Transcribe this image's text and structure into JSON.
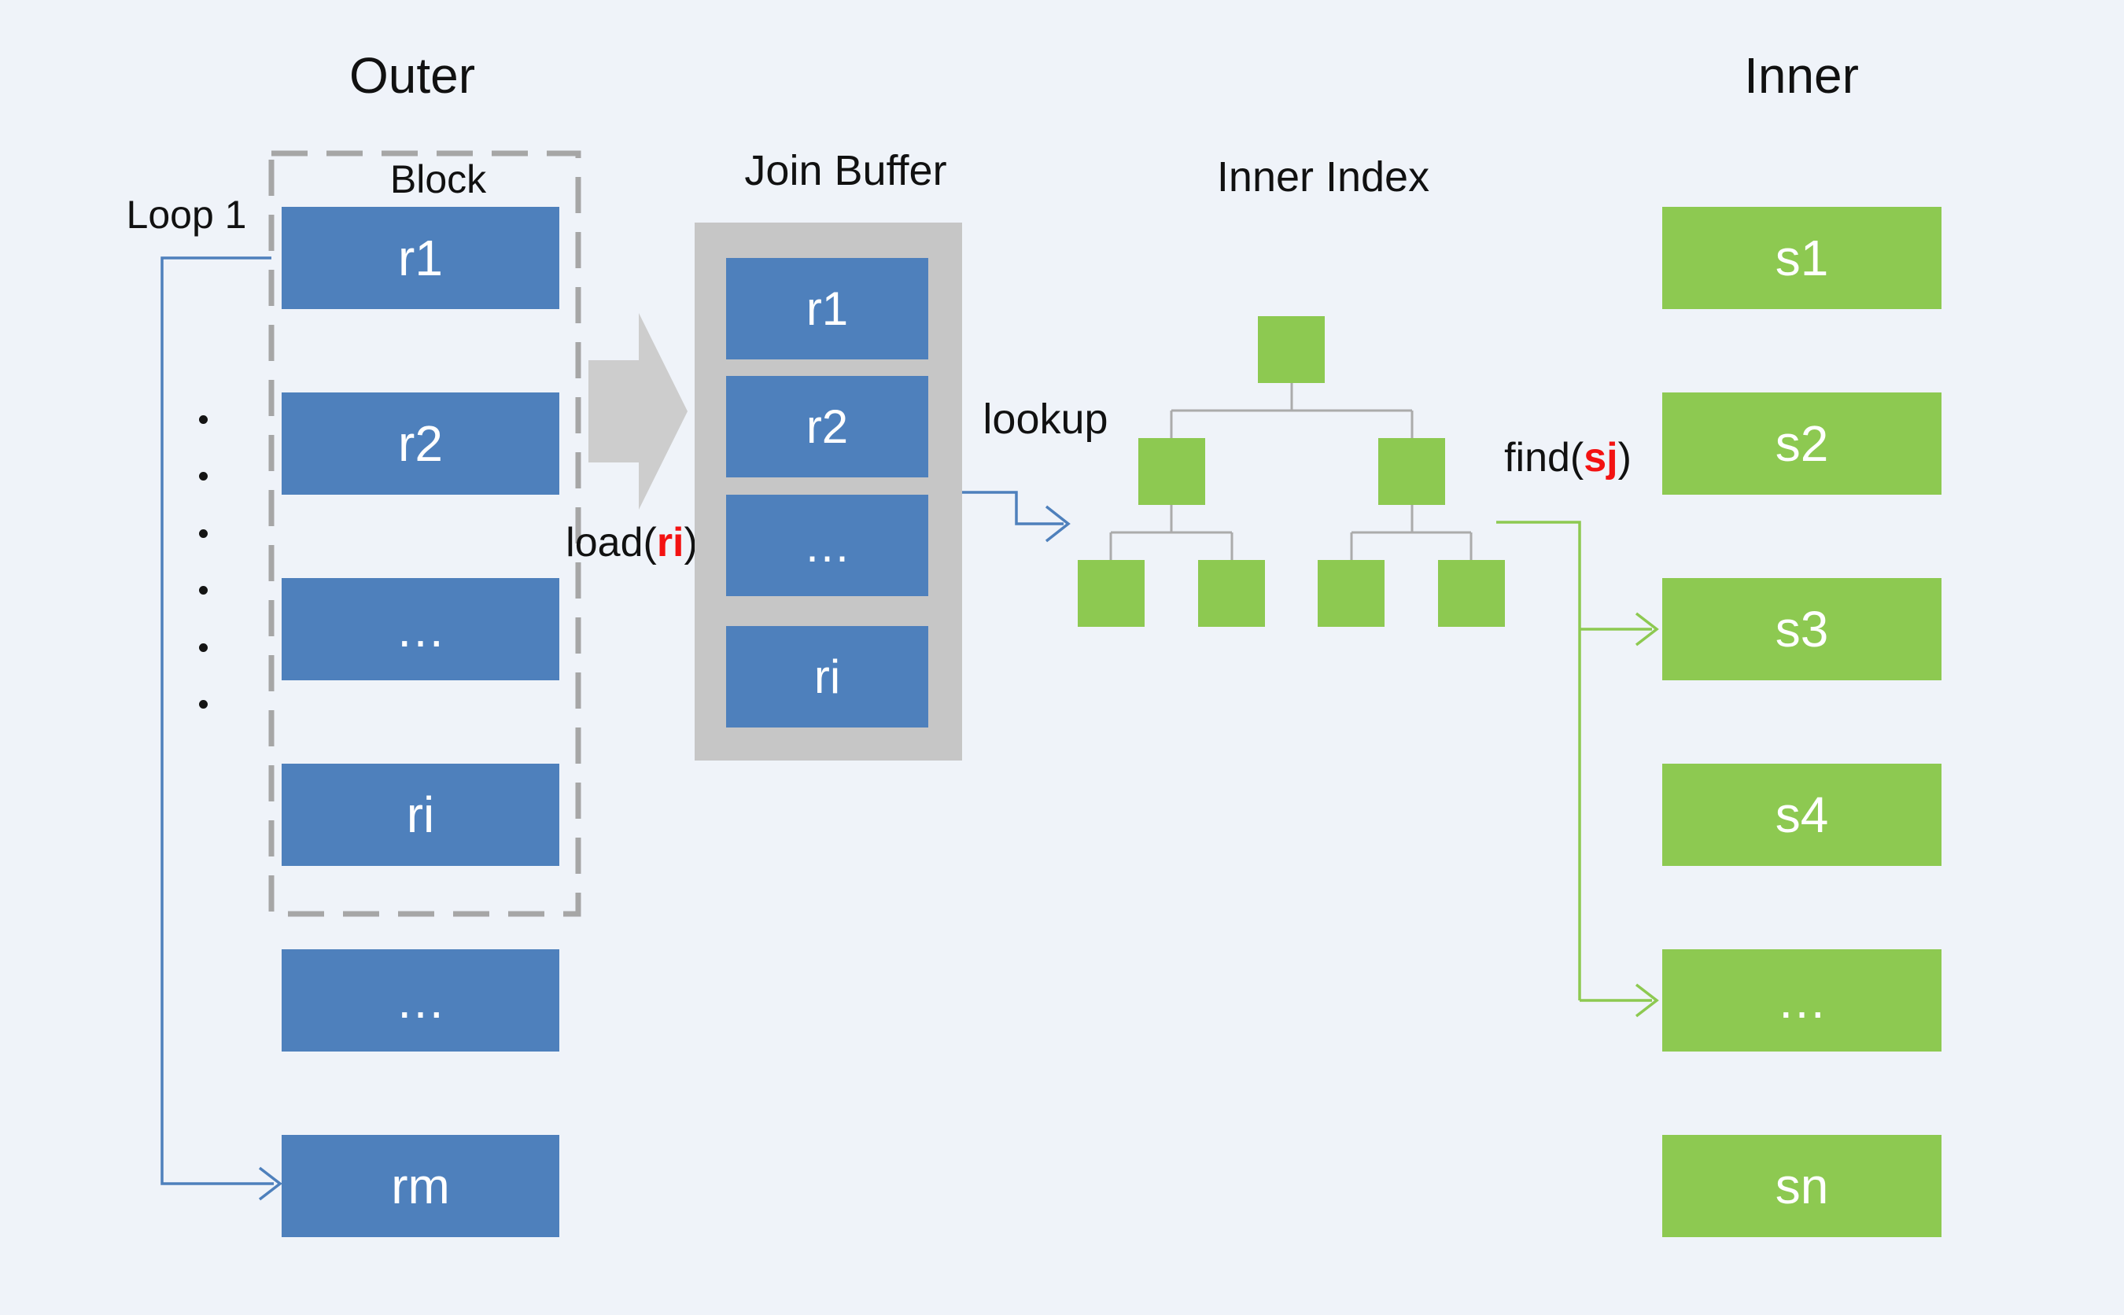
{
  "titles": {
    "outer": "Outer",
    "inner": "Inner"
  },
  "outer_table": {
    "loop_label": "Loop 1",
    "block_label": "Block",
    "rows": [
      "r1",
      "r2",
      "…",
      "ri",
      "…",
      "rm"
    ]
  },
  "join_buffer": {
    "label": "Join Buffer",
    "rows": [
      "r1",
      "r2",
      "…",
      "ri"
    ]
  },
  "inner_index": {
    "label": "Inner Index",
    "node_count": 7
  },
  "inner_table": {
    "rows": [
      "s1",
      "s2",
      "s3",
      "s4",
      "…",
      "sn"
    ]
  },
  "annotations": {
    "load_prefix": "load(",
    "load_arg": "ri",
    "load_suffix": ")",
    "lookup": "lookup",
    "find_prefix": "find(",
    "find_arg": "sj",
    "find_suffix": ")"
  },
  "icons": {
    "left_ellipsis": "vertical-dots-icon",
    "bulk_load": "block-arrow-right-icon"
  },
  "colors": {
    "background": "#EFF3F9",
    "outer_box": "#4E80BC",
    "inner_box": "#8DC951",
    "buffer_background": "#C6C6C6",
    "bulk_arrow": "#CDCDCD",
    "dashed_border": "#A6A6A6",
    "tree_connector": "#ABABAB",
    "flow_arrow_blue": "#4E80BC",
    "flow_arrow_green": "#8DC951",
    "highlight_red": "#F31212",
    "text": "#111111",
    "box_text": "#FFFFFF"
  }
}
